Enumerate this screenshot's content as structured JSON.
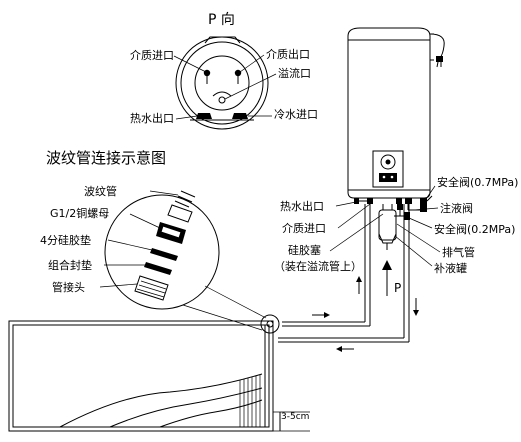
{
  "p_view": {
    "title": "P 向",
    "labels": {
      "medium_in": "介质进口",
      "medium_out": "介质出口",
      "overflow": "溢流口",
      "hot_out": "热水出口",
      "cold_in": "冷水进口"
    }
  },
  "detail": {
    "title": "波纹管连接示意图",
    "labels": [
      "波纹管",
      "G1/2铜螺母",
      "4分硅胶垫",
      "组合封垫",
      "管接头"
    ]
  },
  "heater": {
    "labels": {
      "relief_high": "安全阀(0.7MPa)",
      "fill_valve": "注液阀",
      "relief_low": "安全阀(0.2MPa)",
      "vent_pipe": "排气管",
      "makeup_tank": "补液罐",
      "hot_out": "热水出口",
      "medium_in": "介质进口",
      "plug_line1": "硅胶塞",
      "plug_line2": "（装在溢流管上）",
      "p_marker": "P"
    }
  },
  "collector": {
    "gap_label": "3-5cm"
  }
}
